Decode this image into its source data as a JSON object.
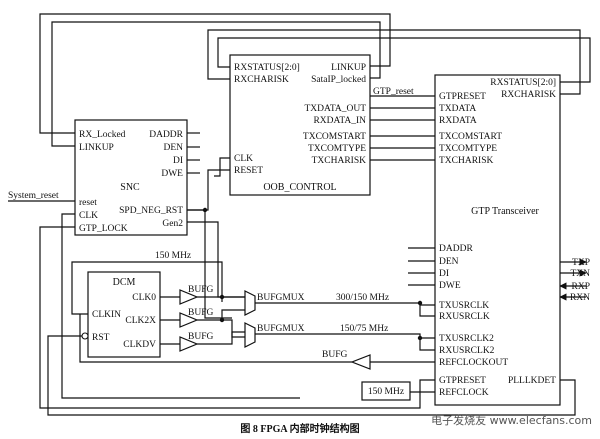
{
  "snc": {
    "title": "SNC",
    "left_pins": [
      "RX_Locked",
      "LINKUP"
    ],
    "right_pins": [
      "DADDR",
      "DEN",
      "DI",
      "DWE"
    ],
    "reset_pins": [
      "reset",
      "CLK",
      "GTP_LOCK"
    ],
    "spd": "SPD_NEG_RST",
    "gen2": "Gen2"
  },
  "oob": {
    "title": "OOB_CONTROL",
    "rxstatus": "RXSTATUS[2:0]",
    "rxcharisk": "RXCHARISK",
    "linkup": "LINKUP",
    "sata_locked": "SataIP_locked",
    "clk": "CLK",
    "reset": "RESET",
    "right_pins": [
      "TXDATA_OUT",
      "RXDATA_IN",
      "TXCOMSTART",
      "TXCOMTYPE",
      "TXCHARISK"
    ]
  },
  "gtp": {
    "title": "GTP Transceiver",
    "rxstatus": "RXSTATUS[2:0]",
    "rxcharisk": "RXCHARISK",
    "top_pins": [
      "GTPRESET",
      "TXDATA",
      "RXDATA",
      "TXCOMSTART",
      "TXCOMTYPE",
      "TXCHARISK"
    ],
    "drp_pins": [
      "DADDR",
      "DEN",
      "DI",
      "DWE"
    ],
    "usr_pins": [
      "TXUSRCLK",
      "RXUSRCLK",
      "TXUSRCLK2",
      "RXUSRCLK2",
      "REFCLOCKOUT"
    ],
    "bottom_left": [
      "GTPRESET",
      "REFCLOCK"
    ],
    "pllkdet": "PLLLKDET",
    "serial": [
      "TXP",
      "TXN",
      "RXP",
      "RXN"
    ]
  },
  "dcm": {
    "title": "DCM",
    "clkin": "CLKIN",
    "rst": "RST",
    "outputs": [
      "CLK0",
      "CLK2X",
      "CLKDV"
    ]
  },
  "labels": {
    "gtp_reset": "GTP_reset",
    "system_reset": "System_reset",
    "freq_150": "150 MHz",
    "freq_300_150": "300/150 MHz",
    "freq_150_75": "150/75 MHz",
    "osc": "150 MHz",
    "bufg": "BUFG",
    "bufgmux": "BUFGMUX"
  },
  "caption": "图 8   FPGA 内部时钟结构图",
  "watermark": "电子发烧友 www.elecfans.com"
}
